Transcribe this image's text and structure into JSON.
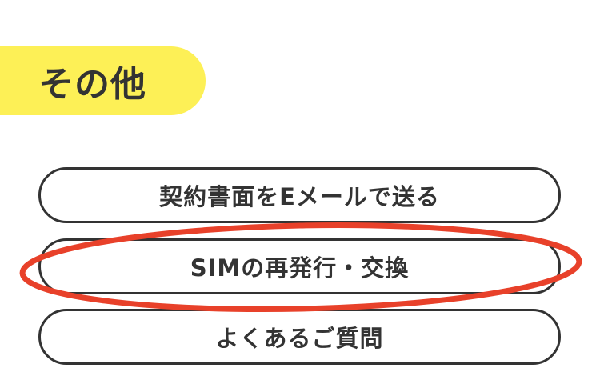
{
  "section": {
    "title": "その他",
    "title_bg_color": "#fdf056"
  },
  "menu": {
    "items": [
      {
        "label": "契約書面をEメールで送る"
      },
      {
        "label": "SIMの再発行・交換"
      },
      {
        "label": "よくあるご質問"
      }
    ]
  },
  "highlight": {
    "color": "#e8412a",
    "target": "SIMの再発行・交換"
  }
}
